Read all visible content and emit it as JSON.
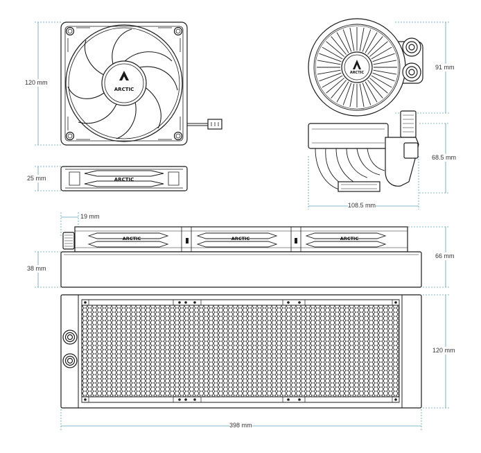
{
  "brand": "ARCTIC",
  "dimensions": {
    "fan_height": "120 mm",
    "fan_thickness": "25 mm",
    "pump_height": "91 mm",
    "pump_depth": "68.5 mm",
    "pump_width": "108.5 mm",
    "hose_offset": "19 mm",
    "radiator_thickness": "38 mm",
    "radiator_with_fans": "66 mm",
    "radiator_height": "120 mm",
    "radiator_length": "398 mm"
  },
  "colors": {
    "line": "#1a1a1a",
    "dimension": "#5aa0b0",
    "label": "#333333"
  }
}
